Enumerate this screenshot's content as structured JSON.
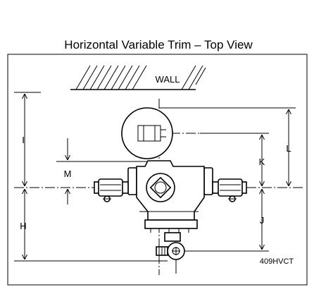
{
  "title": "Horizontal Variable Trim – Top View",
  "wall_label": "WALL",
  "dimensions": {
    "I": "I",
    "H": "H",
    "M": "M",
    "K": "K",
    "L": "L",
    "J": "J"
  },
  "drawing_code": "409HVCT"
}
